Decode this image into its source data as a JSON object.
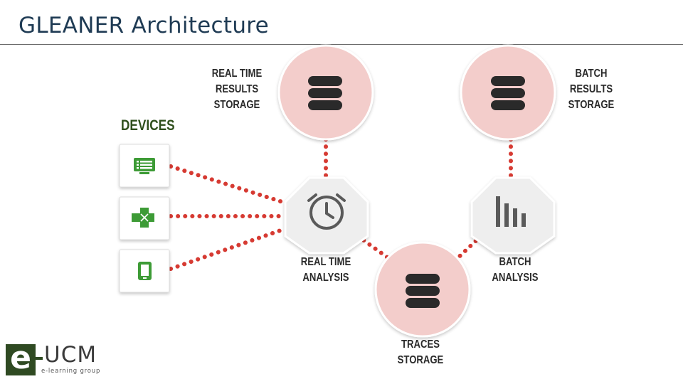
{
  "slide": {
    "title": "GLEANER Architecture"
  },
  "diagram": {
    "devices_label": "DEVICES",
    "devices": [
      {
        "icon": "monitor-icon"
      },
      {
        "icon": "gamepad-icon"
      },
      {
        "icon": "tablet-icon"
      }
    ],
    "nodes": {
      "realtime_storage": {
        "label": "REAL TIME\nRESULTS\nSTORAGE",
        "icon": "database-icon"
      },
      "batch_storage": {
        "label": "BATCH\nRESULTS\nSTORAGE",
        "icon": "database-icon"
      },
      "realtime_analysis": {
        "label": "REAL TIME\nANALYSIS",
        "icon": "clock-icon"
      },
      "batch_analysis": {
        "label": "BATCH\nANALYSIS",
        "icon": "bar-chart-icon"
      },
      "traces_storage": {
        "label": "TRACES\nSTORAGE",
        "icon": "database-icon"
      }
    },
    "colors": {
      "connector": "#d63a32",
      "storage_fill": "#f3cdcb",
      "analysis_fill": "#eeeeee",
      "device_icon": "#3d9b36",
      "icon_dark": "#2a2a2a",
      "icon_grey": "#5a5a5a"
    }
  },
  "logo": {
    "mark": "e",
    "name": "UCM",
    "subtitle": "e-learning group"
  }
}
